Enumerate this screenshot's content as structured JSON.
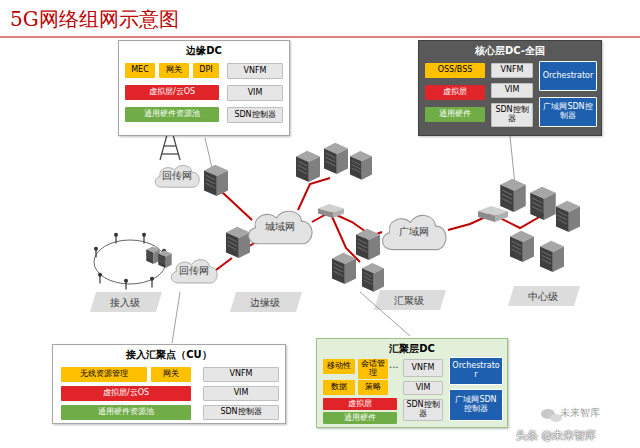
{
  "diagram": {
    "title": "5G网络组网示意图",
    "nodes": [
      {
        "text": [
          "边缘DC"
        ]
      },
      {
        "text": [
          "MEC"
        ],
        "in": 0
      },
      {
        "text": [
          "网关"
        ],
        "in": 0
      },
      {
        "text": [
          "DPI"
        ],
        "in": 0
      },
      {
        "text": [
          "VNFM"
        ],
        "in": 0
      },
      {
        "text": [
          "虚拟层/云OS"
        ],
        "in": 0
      },
      {
        "text": [
          "VIM"
        ],
        "in": 0
      },
      {
        "text": [
          "通用硬件资源池"
        ],
        "in": 0
      },
      {
        "text": [
          "SDN控制器"
        ],
        "in": 0
      },
      {
        "text": [
          "核心层DC-全国"
        ]
      },
      {
        "text": [
          "OSS/BSS"
        ],
        "in": 9
      },
      {
        "text": [
          "VNFM"
        ],
        "in": 9
      },
      {
        "text": [
          "Orchestrator"
        ],
        "in": 9
      },
      {
        "text": [
          "虚拟层"
        ],
        "in": 9
      },
      {
        "text": [
          "VIM"
        ],
        "in": 9
      },
      {
        "text": [
          "通用硬件"
        ],
        "in": 9
      },
      {
        "text": [
          "SDN控制器"
        ],
        "in": 9
      },
      {
        "text": [
          "广域网SDN控制器"
        ],
        "in": 9
      },
      {
        "text": [
          "回传网"
        ]
      },
      {
        "text": [
          "城域网"
        ]
      },
      {
        "text": [
          "广域网"
        ]
      },
      {
        "text": [
          "回传网"
        ]
      },
      {
        "text": [
          "接入汇聚点（CU）"
        ]
      },
      {
        "text": [
          "无线资源管理"
        ],
        "in": 22
      },
      {
        "text": [
          "网关"
        ],
        "in": 22
      },
      {
        "text": [
          "VNFM"
        ],
        "in": 22
      },
      {
        "text": [
          "虚拟层/云OS"
        ],
        "in": 22
      },
      {
        "text": [
          "VIM"
        ],
        "in": 22
      },
      {
        "text": [
          "通用硬件资源池"
        ],
        "in": 22
      },
      {
        "text": [
          "SDN控制器"
        ],
        "in": 22
      },
      {
        "text": [
          "汇聚层DC"
        ]
      },
      {
        "text": [
          "移动性"
        ],
        "in": 30
      },
      {
        "text": [
          "会话管理"
        ],
        "in": 30
      },
      {
        "text": [
          "数据"
        ],
        "in": 30
      },
      {
        "text": [
          "策略"
        ],
        "in": 30
      },
      {
        "text": [
          "VNFM"
        ],
        "in": 30
      },
      {
        "text": [
          "Orchestrator"
        ],
        "in": 30
      },
      {
        "text": [
          "VIM"
        ],
        "in": 30
      },
      {
        "text": [
          "虚拟层"
        ],
        "in": 30
      },
      {
        "text": [
          "SDN控制器"
        ],
        "in": 30
      },
      {
        "text": [
          "通用硬件"
        ],
        "in": 30
      },
      {
        "text": [
          "广域网SDN控制器"
        ],
        "in": 30
      }
    ],
    "labels": [
      "接入级",
      "边缘级",
      "汇聚级",
      "中心级",
      "...",
      "头条 @未来智库",
      "未来智库"
    ]
  }
}
